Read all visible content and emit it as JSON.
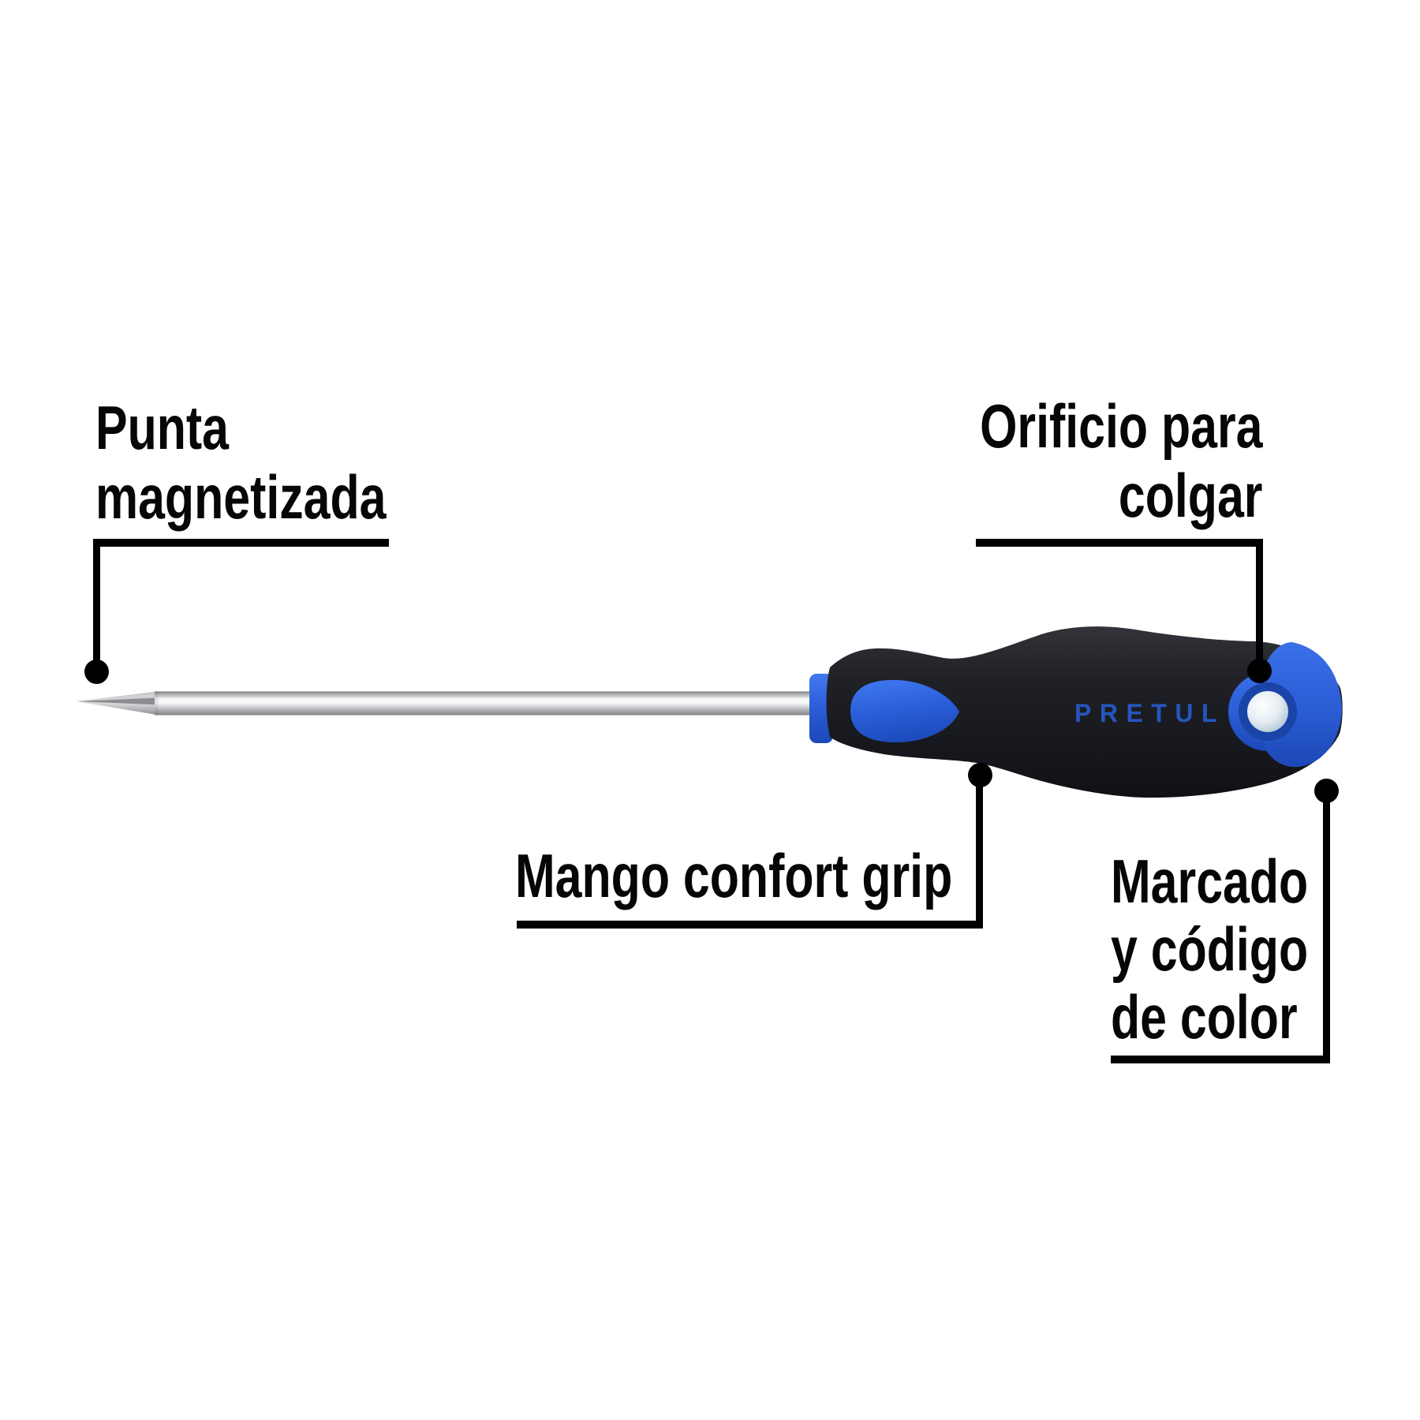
{
  "diagram": {
    "background": "#ffffff",
    "annotation_color": "#000000",
    "labels": {
      "punta_magnetizada": {
        "lines": [
          "Punta",
          "magnetizada"
        ]
      },
      "orificio_para_colgar": {
        "lines": [
          "Orificio para",
          "colgar"
        ]
      },
      "mango_confort_grip": {
        "lines": [
          "Mango confort grip"
        ]
      },
      "marcado_codigo_color": {
        "lines": [
          "Marcado",
          "y código",
          "de color"
        ]
      }
    },
    "product": {
      "brand": "PRETUL",
      "colors": {
        "handle_black": "#1b1c21",
        "accent_blue": "#2a5cd4",
        "accent_blue_dark": "#1a44a8",
        "brand_text_blue": "#2456bf",
        "shaft_gray": "#c9cacc"
      }
    }
  }
}
